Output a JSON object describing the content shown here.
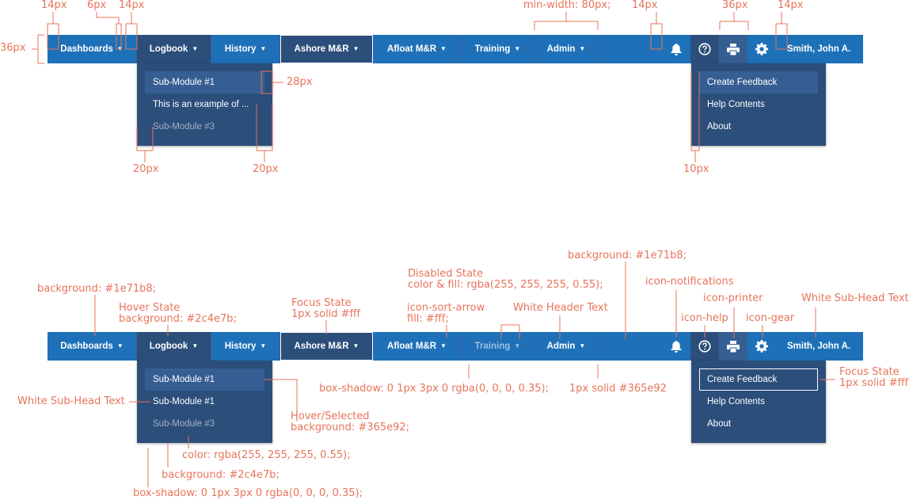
{
  "colors": {
    "header_bg": "#1e71b8",
    "hover_bg": "#2c4e7b",
    "selected_bg": "#365e92",
    "annotation": "#e8735a"
  },
  "top": {
    "nav": [
      "Dashboards",
      "Logbook",
      "History",
      "Ashore M&R",
      "Afloat M&R",
      "Training",
      "Admin"
    ],
    "user": "Smith, John A.",
    "left_dropdown": [
      "Sub-Module #1",
      "This is an example of ...",
      "Sub-Module #3"
    ],
    "right_dropdown": [
      "Create Feedback",
      "Help Contents",
      "About"
    ],
    "annotations": {
      "a14_1": "14px",
      "a6": "6px",
      "a14_2": "14px",
      "a36": "36px",
      "minwidth": "min-width: 80px;",
      "a14_3": "14px",
      "a36b": "36px",
      "a14_4": "14px",
      "a28": "28px",
      "a20_1": "20px",
      "a20_2": "20px",
      "a10": "10px"
    }
  },
  "bottom": {
    "nav": [
      "Dashboards",
      "Logbook",
      "History",
      "Ashore M&R",
      "Afloat M&R",
      "Training",
      "Admin"
    ],
    "user": "Smith, John A.",
    "left_dropdown": [
      "Sub-Module #1",
      "Sub-Module #1",
      "Sub-Module #3"
    ],
    "right_dropdown": [
      "Create Feedback",
      "Help Contents",
      "About"
    ],
    "annotations": {
      "bg1": "background: #1e71b8;",
      "hover1": "Hover State",
      "hover2": "background: #2c4e7b;",
      "focus1": "Focus State",
      "focus2": "1px solid #fff",
      "sort1": "icon-sort-arrow",
      "sort2": "fill: #fff;",
      "dis1": "Disabled State",
      "dis2": "color & fill: rgba(255, 255, 255, 0.55);",
      "whiteheader": "White Header Text",
      "bg2": "background: #1e71b8;",
      "notif": "icon-notifications",
      "printer": "icon-printer",
      "help": "icon-help",
      "gear": "icon-gear",
      "subhead_r": "White Sub-Head Text",
      "shadow1": "box-shadow: 0 1px 3px 0 rgba(0, 0, 0, 0.35);",
      "border1": "1px solid #365e92",
      "focusr1": "Focus State",
      "focusr2": "1px solid #fff",
      "subhead_l": "White Sub-Head Text",
      "sel1": "Hover/Selected",
      "sel2": "background: #365e92;",
      "color55": "color: rgba(255, 255, 255, 0.55);",
      "bg3": "background: #2c4e7b;",
      "shadow2": "box-shadow: 0 1px 3px 0 rgba(0, 0, 0, 0.35);"
    }
  }
}
